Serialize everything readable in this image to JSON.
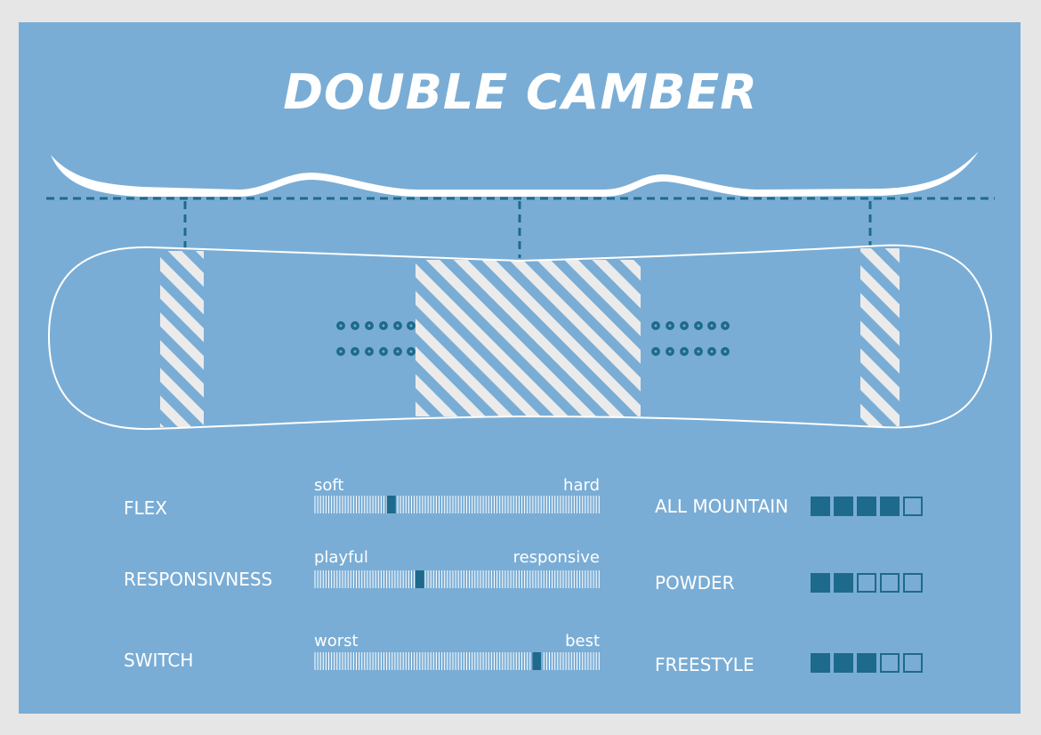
{
  "title": "DOUBLE CAMBER",
  "colors": {
    "background": "#7aadd5",
    "accent": "#1d6a8c",
    "white": "#ffffff",
    "stripe": "#ebebeb"
  },
  "sliders": [
    {
      "label": "FLEX",
      "left": "soft",
      "right": "hard",
      "value": 0.27
    },
    {
      "label": "RESPONSIVNESS",
      "left": "playful",
      "right": "responsive",
      "value": 0.37
    },
    {
      "label": "SWITCH",
      "left": "worst",
      "right": "best",
      "value": 0.78
    }
  ],
  "ratings": [
    {
      "label": "ALL MOUNTAIN",
      "filled": 4,
      "total": 5
    },
    {
      "label": "POWDER",
      "filled": 2,
      "total": 5
    },
    {
      "label": "FREESTYLE",
      "filled": 3,
      "total": 5
    }
  ]
}
